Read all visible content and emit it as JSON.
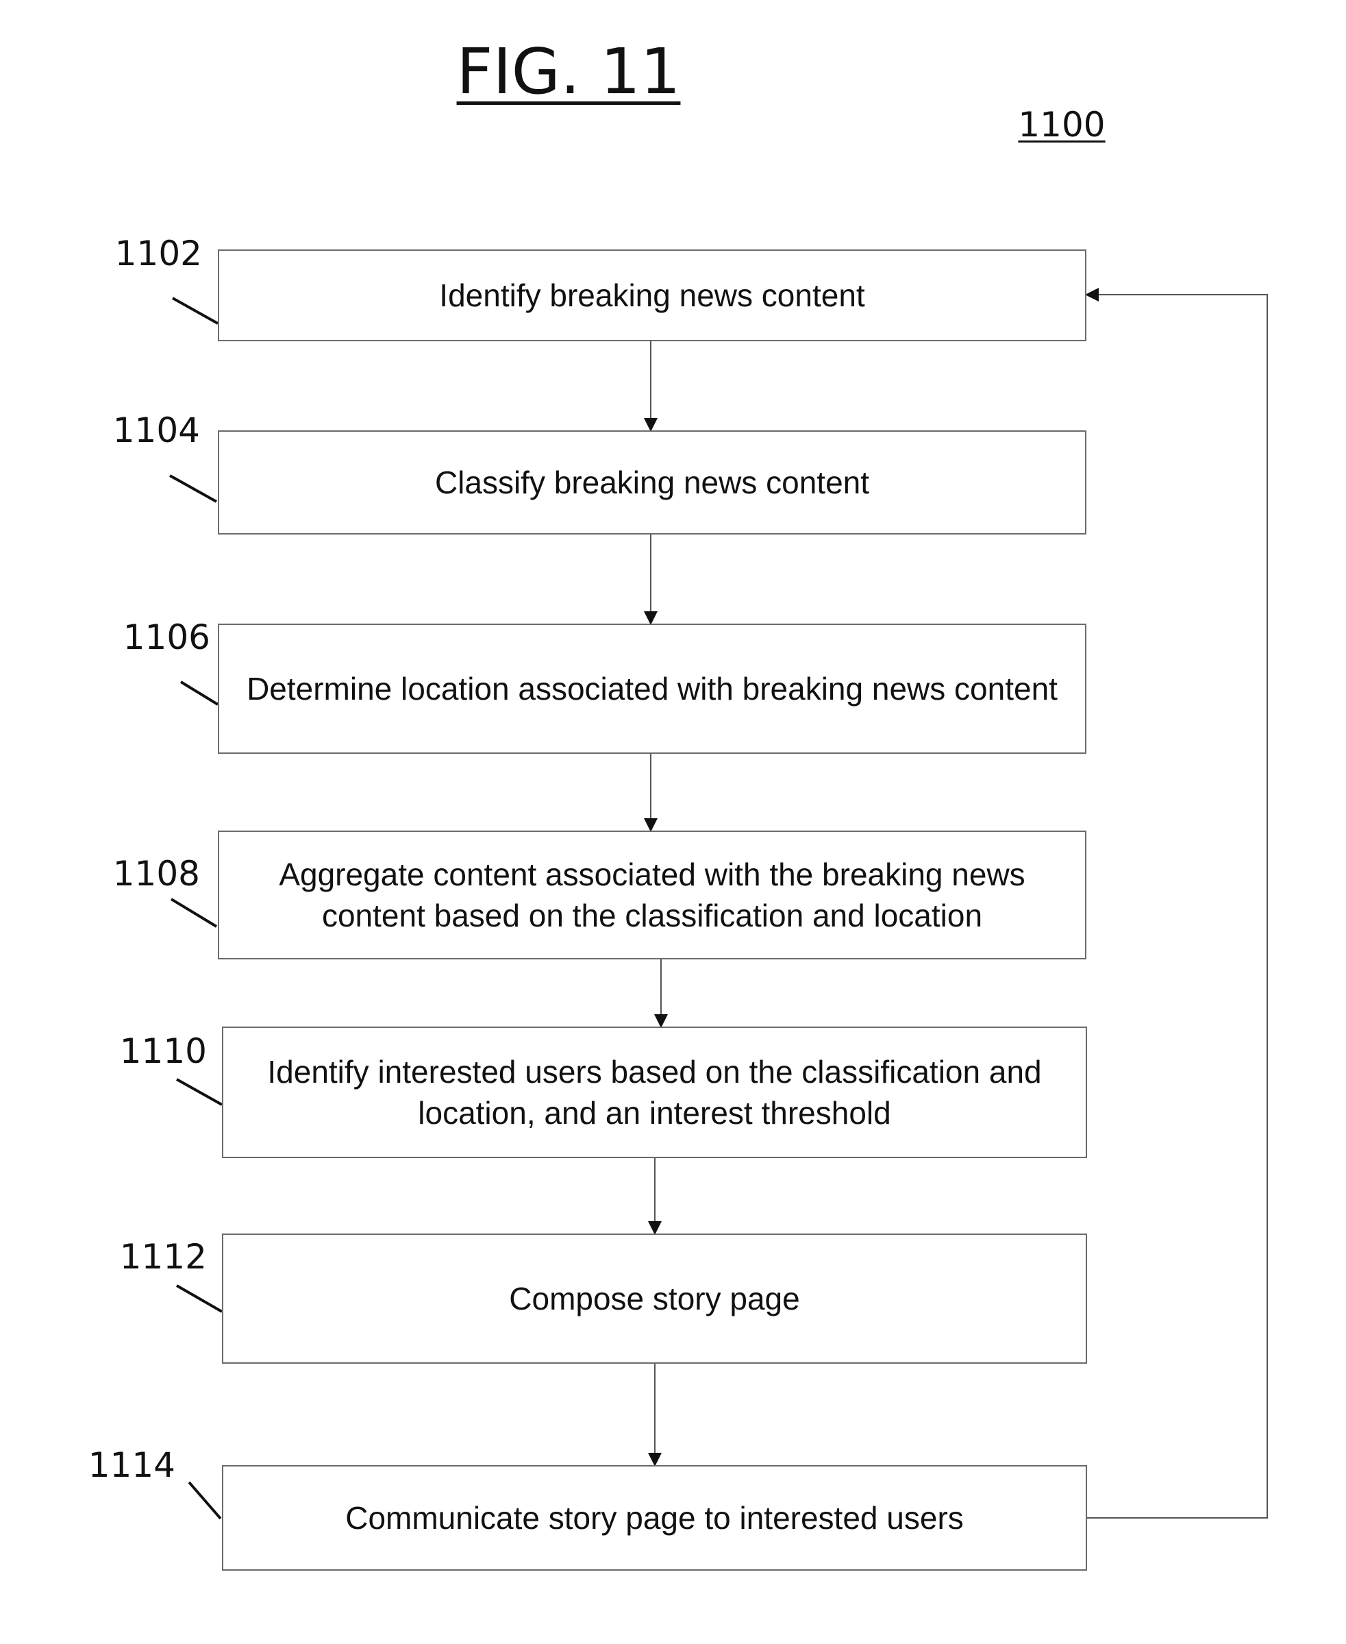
{
  "figure": {
    "title": "FIG. 11",
    "ref": "1100"
  },
  "steps": [
    {
      "id": "1102",
      "text": "Identify breaking news content"
    },
    {
      "id": "1104",
      "text": "Classify breaking news content"
    },
    {
      "id": "1106",
      "text": "Determine location associated with breaking news content"
    },
    {
      "id": "1108",
      "text": "Aggregate content associated with the breaking news content based on the classification and location"
    },
    {
      "id": "1110",
      "text": "Identify interested users based on the classification and location, and an interest threshold"
    },
    {
      "id": "1112",
      "text": "Compose story page"
    },
    {
      "id": "1114",
      "text": "Communicate story page to interested users"
    }
  ]
}
